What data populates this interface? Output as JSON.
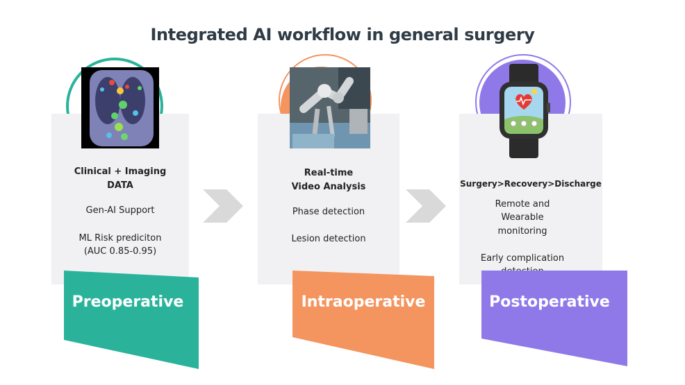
{
  "title": "Integrated AI workflow in general surgery",
  "colors": {
    "preop": "#2ab39a",
    "intraop": "#f4945e",
    "postop": "#8f79e8",
    "card": "#f1f1f4",
    "chevron": "#d9d9d9"
  },
  "stages": {
    "preop": {
      "image": "ct-scan-image",
      "heading": [
        "Clinical + Imaging",
        "DATA"
      ],
      "items": [
        "Gen-AI Support",
        "ML Risk prediciton",
        "(AUC 0.85-0.95)"
      ],
      "banner": "Preoperative"
    },
    "intraop": {
      "image": "surgical-robot-image",
      "heading": [
        "Real-time",
        "Video Analysis"
      ],
      "items": [
        "Phase detection",
        "Lesion detection"
      ],
      "banner": "Intraoperative"
    },
    "postop": {
      "image": "smartwatch-image",
      "heading": [
        "Surgery>Recovery>Discharge"
      ],
      "items": [
        "Remote and",
        "Wearable",
        "monitoring",
        "Early complication",
        "detection"
      ],
      "banner": "Postoperative"
    }
  }
}
